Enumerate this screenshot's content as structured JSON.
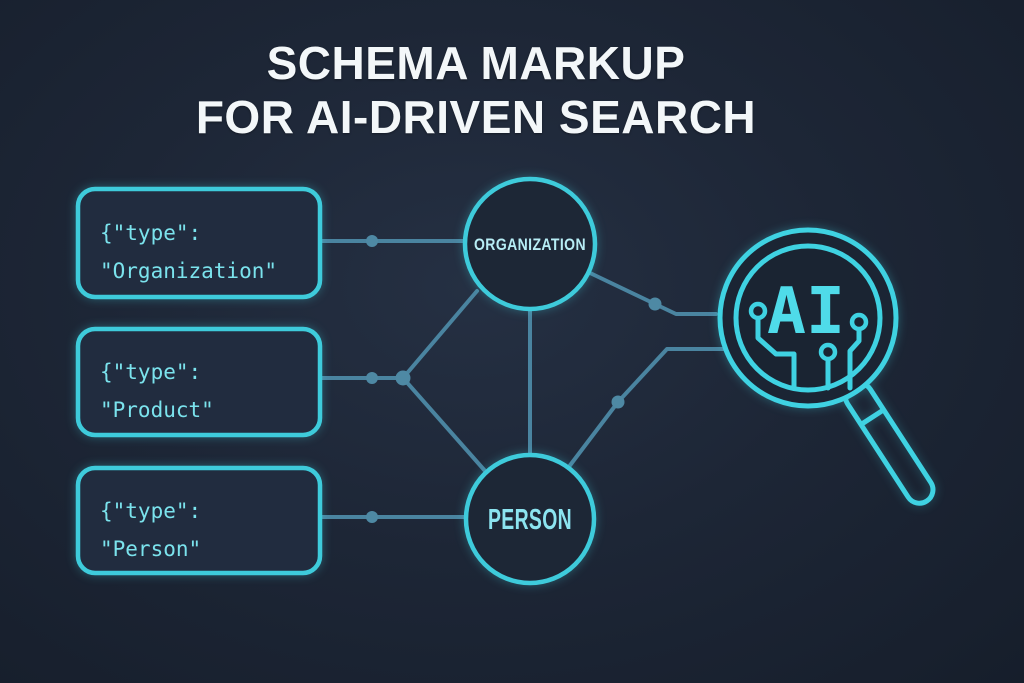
{
  "title": {
    "line1": "SCHEMA MARKUP",
    "line2": "FOR AI-DRIVEN SEARCH"
  },
  "schema_boxes": [
    {
      "line1": "{\"type\":",
      "line2": "\"Organization\""
    },
    {
      "line1": "{\"type\":",
      "line2": "\"Product\""
    },
    {
      "line1": "{\"type\":",
      "line2": "\"Person\""
    }
  ],
  "nodes": {
    "organization": {
      "label": "ORGANIZATION"
    },
    "person": {
      "label": "PERSON"
    }
  },
  "magnifier": {
    "label": "AI",
    "icon_name": "magnifying-glass-ai-circuit-icon"
  },
  "colors": {
    "background": "#1c2533",
    "accent_cyan": "#3ecbdb",
    "code_text": "#7be3ed",
    "connector": "#4a84a0",
    "title_text": "#f3f7f9"
  }
}
